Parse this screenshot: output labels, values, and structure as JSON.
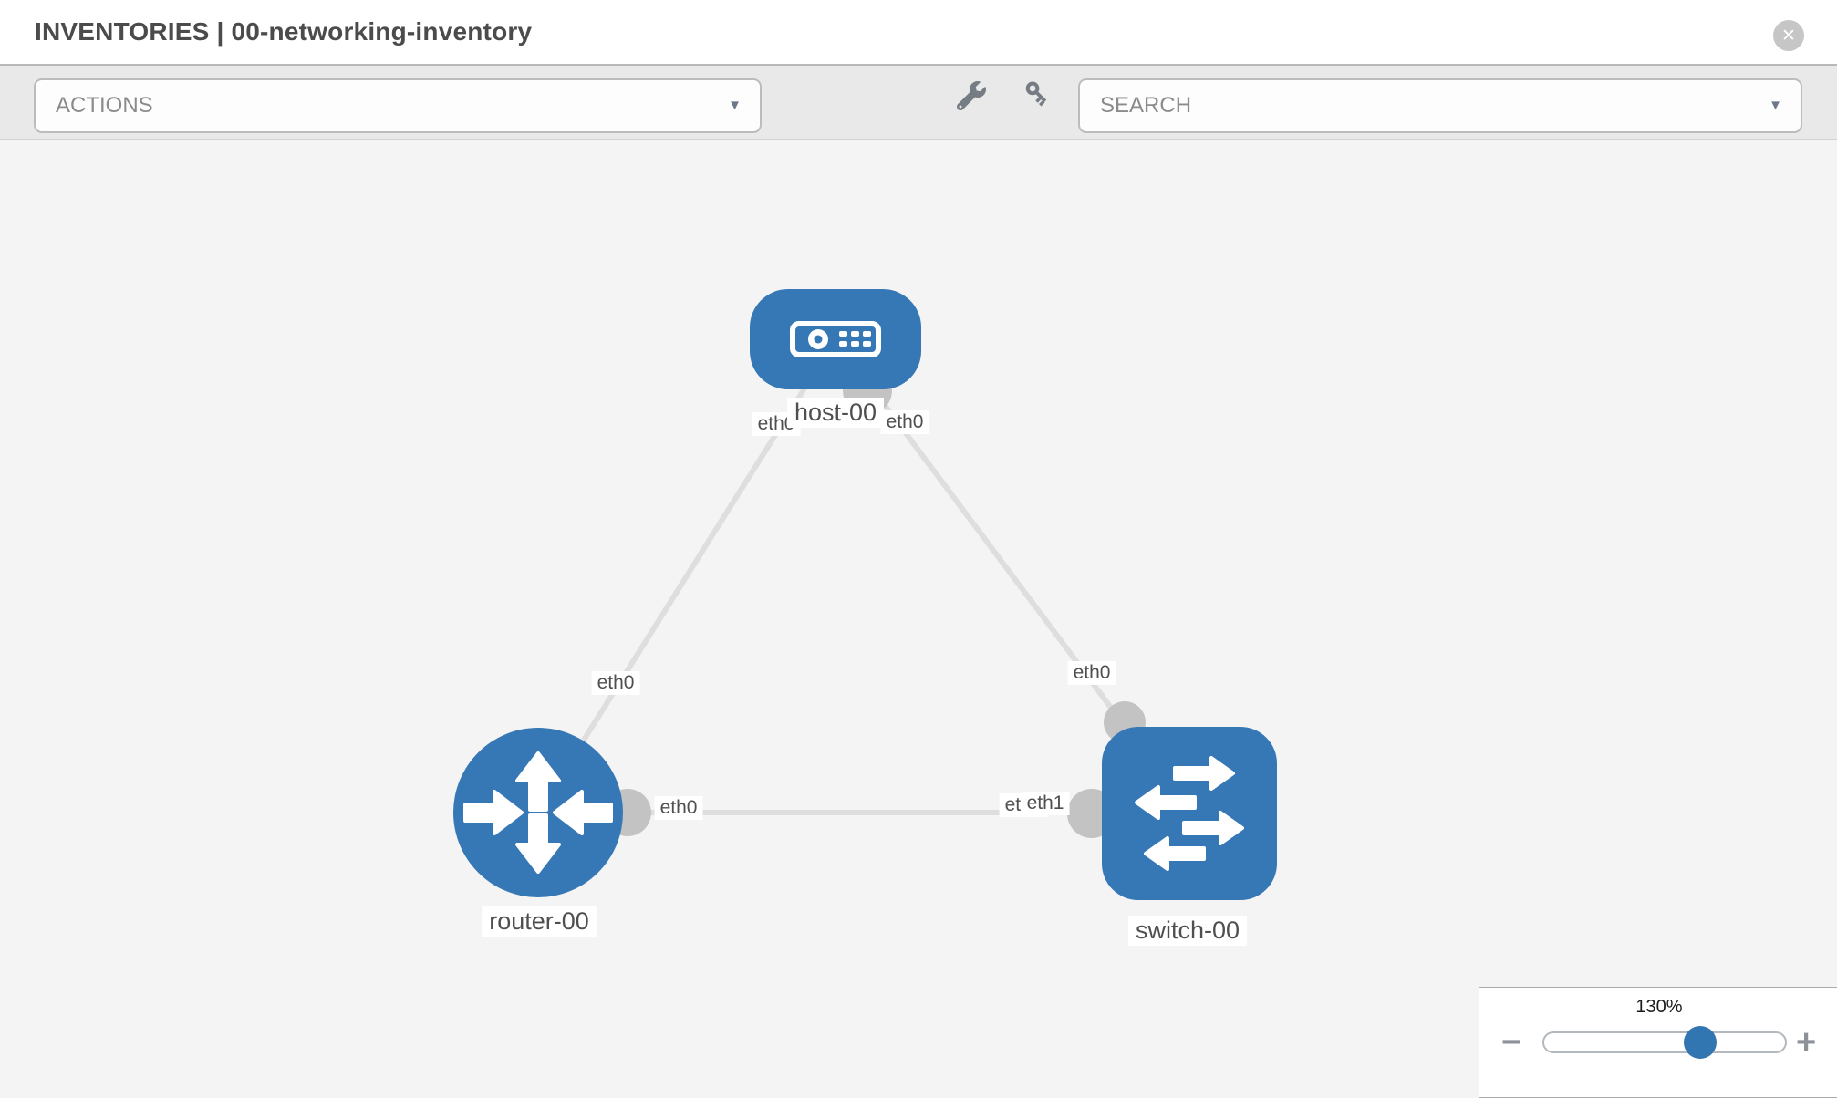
{
  "header": {
    "title": "INVENTORIES | 00-networking-inventory"
  },
  "glyphs": {
    "caret": "▼",
    "close": "✕",
    "minus": "−",
    "plus": "+"
  },
  "toolbar": {
    "actions_label": "ACTIONS",
    "search_label": "SEARCH"
  },
  "graph": {
    "nodes": [
      {
        "label": "host-00",
        "type": "host"
      },
      {
        "label": "router-00",
        "type": "router"
      },
      {
        "label": "switch-00",
        "type": "switch"
      }
    ],
    "ports": {
      "host_left": "eth0",
      "host_right": "eth0",
      "router_uplink": "eth0",
      "switch_uplink": "eth0",
      "router_trunk": "eth0",
      "switch_trunk_a": "eth0",
      "switch_trunk_b": "eth1"
    }
  },
  "zoom_control": {
    "level": "130%"
  },
  "colors": {
    "node_blue": "#3678b5",
    "link_gray": "#dedede",
    "interface_gray": "#c3c3c3",
    "canvas_bg": "#f4f4f4",
    "toolbar_bg": "#e9e9e9",
    "header_text": "#4b4b4b",
    "thumb_blue": "#3276b1"
  }
}
